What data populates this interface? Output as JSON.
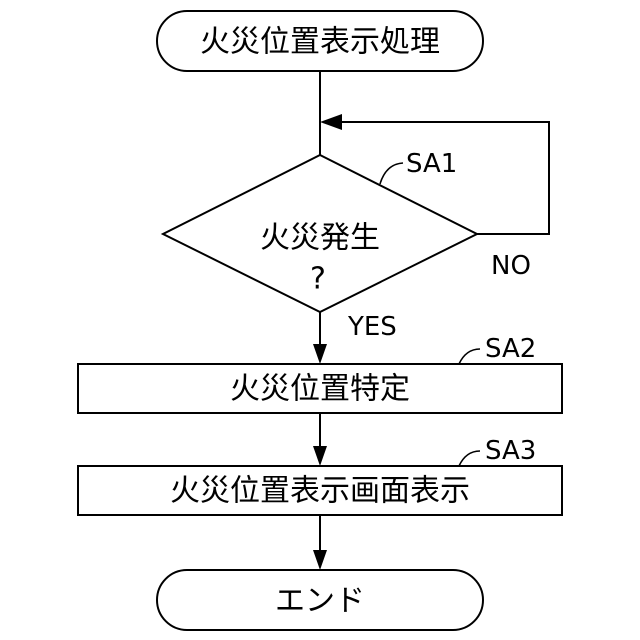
{
  "flowchart": {
    "start": "火災位置表示処理",
    "decision": {
      "line1": "火災発生",
      "line2": "?",
      "step_id": "SA1",
      "no_label": "NO",
      "yes_label": "YES"
    },
    "step2": {
      "label": "火災位置特定",
      "step_id": "SA2"
    },
    "step3": {
      "label": "火災位置表示画面表示",
      "step_id": "SA3"
    },
    "end": "エンド"
  }
}
